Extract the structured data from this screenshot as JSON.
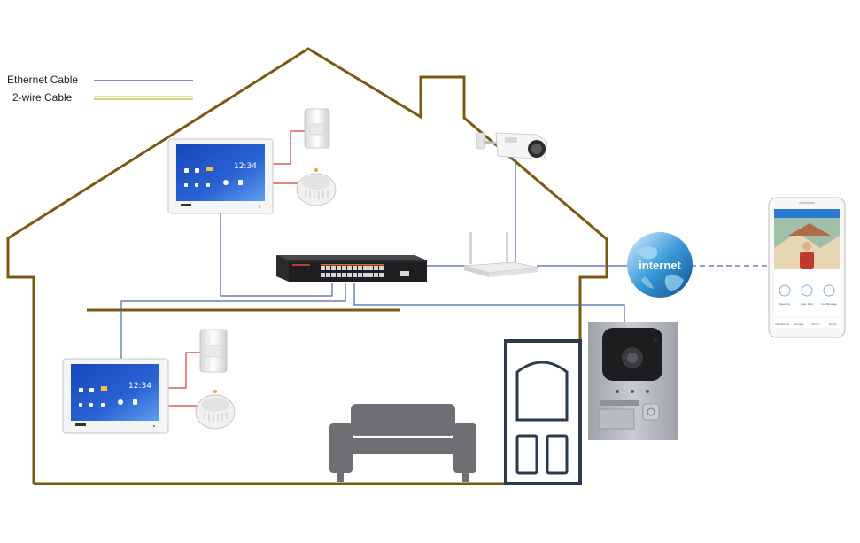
{
  "legend": {
    "items": [
      {
        "label": "Ethernet Cable",
        "color": "#4a68a8"
      },
      {
        "label": "2-wire Cable",
        "colors": [
          "#e8d84a",
          "#9bd46b"
        ]
      }
    ]
  },
  "colors": {
    "house_outline": "#7a5a12",
    "ethernet": "#4a68a8",
    "sensor_wire": "#d83a3a",
    "monitor_screen": "#1e57c8",
    "furniture": "#6e6e73",
    "door_frame": "#2d3a4e",
    "outdoor_station": "#aeb3b9"
  },
  "devices": {
    "monitor_top": {
      "clock": "12:34"
    },
    "monitor_bottom": {
      "clock": "12:34"
    },
    "globe": {
      "label": "internet"
    },
    "phone": {
      "buttons": [
        "Speaking",
        "Open Door",
        "Call Message"
      ],
      "nav": [
        "Call Records",
        "Message",
        "Monitor",
        "Setting"
      ]
    }
  },
  "icons": [
    "pir-sensor-icon",
    "smoke-detector-icon",
    "ip-camera-icon",
    "poe-switch-icon",
    "wifi-router-icon",
    "internet-globe-icon",
    "smartphone-icon",
    "indoor-monitor-icon",
    "sofa-icon",
    "door-icon",
    "outdoor-station-icon"
  ]
}
